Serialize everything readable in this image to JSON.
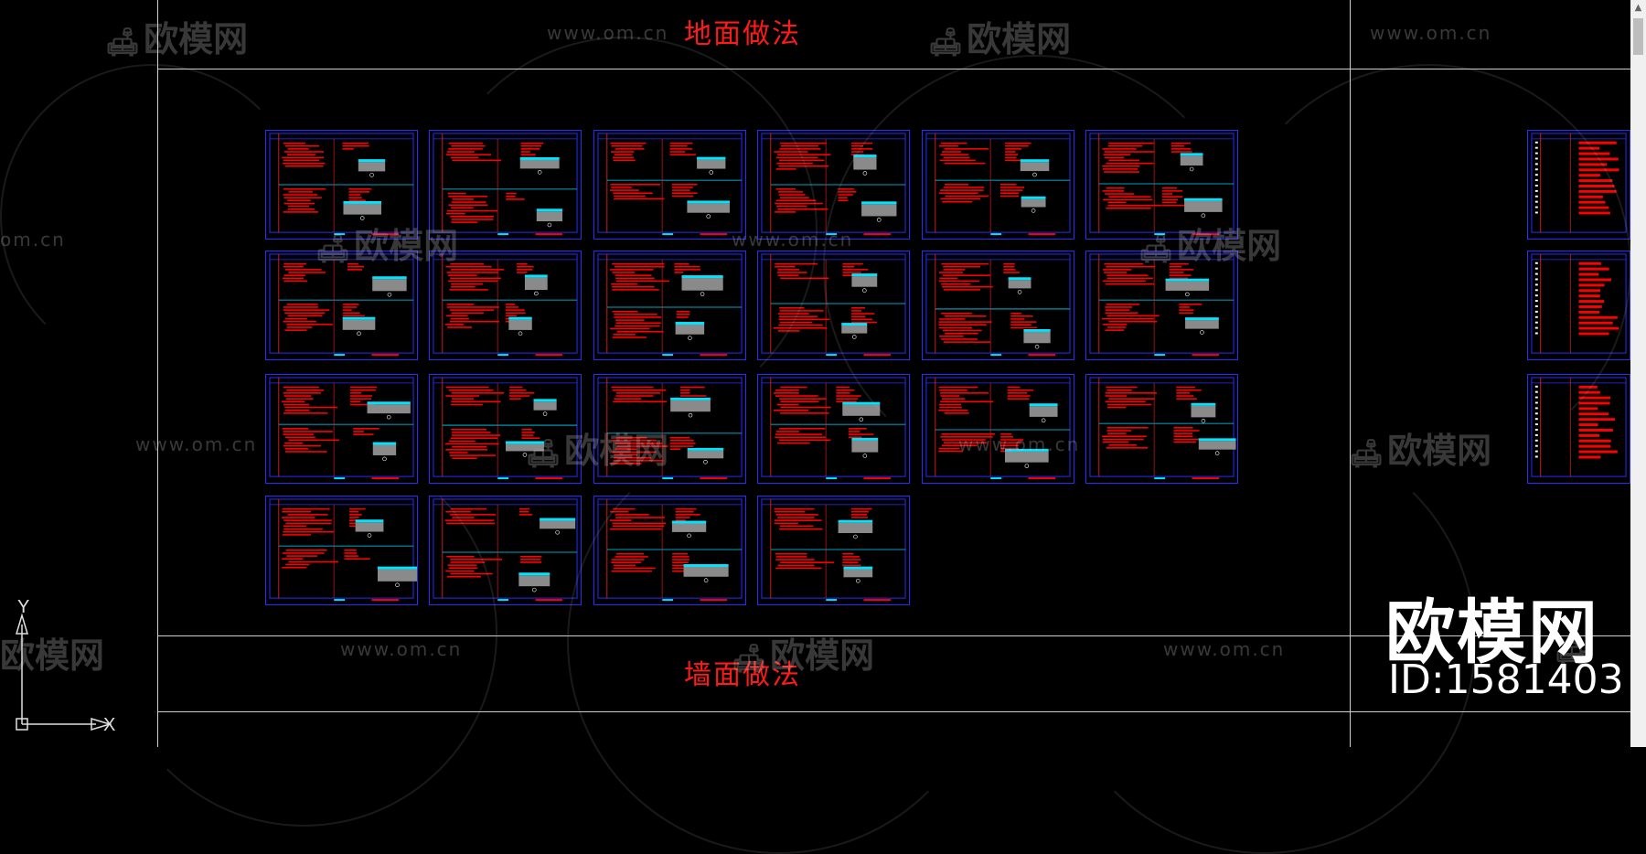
{
  "titles": {
    "floor": "地面做法",
    "wall": "墙面做法"
  },
  "watermark": {
    "url": "www.om.cn",
    "logo": "欧模网",
    "icon": "sofa-icon"
  },
  "brand": {
    "logo": "欧模网",
    "id": "ID:1581403"
  },
  "ucs": {
    "x_label": "X",
    "y_label": "Y"
  },
  "colors": {
    "background": "#000000",
    "title_red": "#ff1a1a",
    "sheet_border": "#2b2bff",
    "detail_cyan": "#00e5ff",
    "text_red": "#ff0000"
  }
}
